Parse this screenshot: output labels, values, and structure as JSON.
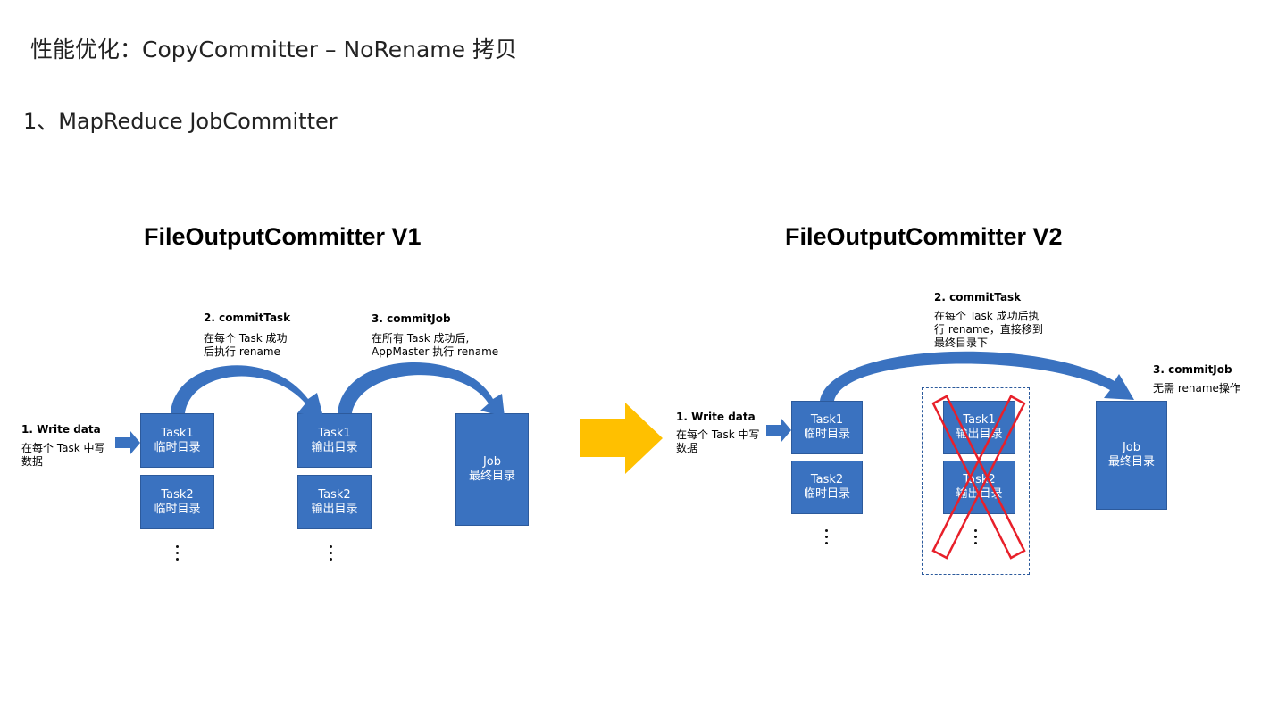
{
  "header": {
    "title": "性能优化：CopyCommitter – NoRename 拷贝",
    "subtitle": "1、MapReduce JobCommitter"
  },
  "v1": {
    "title": "FileOutputCommitter V1",
    "step1": {
      "title": "1.  Write data",
      "body_line1": "在每个 Task 中写",
      "body_line2": "数据"
    },
    "step2": {
      "title": "2. commitTask",
      "body_line1": "在每个 Task 成功",
      "body_line2": "后执行 rename"
    },
    "step3": {
      "title": "3. commitJob",
      "body_line1": "在所有 Task 成功后,",
      "body_line2": "AppMaster 执行 rename"
    },
    "tmp_task1": {
      "line1": "Task1",
      "line2": "临时目录"
    },
    "tmp_task2": {
      "line1": "Task2",
      "line2": "临时目录"
    },
    "out_task1": {
      "line1": "Task1",
      "line2": "输出目录"
    },
    "out_task2": {
      "line1": "Task2",
      "line2": "输出目录"
    },
    "job": {
      "line1": "Job",
      "line2": "最终目录"
    }
  },
  "v2": {
    "title": "FileOutputCommitter V2",
    "step1": {
      "title": "1.  Write data",
      "body_line1": "在每个 Task 中写",
      "body_line2": "数据"
    },
    "step2": {
      "title": "2. commitTask",
      "body_line1": "在每个 Task 成功后执",
      "body_line2": "行 rename，直接移到",
      "body_line3": "最终目录下"
    },
    "step3": {
      "title": "3. commitJob",
      "body_line1": "无需 rename操作"
    },
    "tmp_task1": {
      "line1": "Task1",
      "line2": "临时目录"
    },
    "tmp_task2": {
      "line1": "Task2",
      "line2": "临时目录"
    },
    "out_task1": {
      "line1": "Task1",
      "line2": "输出目录"
    },
    "out_task2": {
      "line1": "Task2",
      "line2": "输出目录"
    },
    "job": {
      "line1": "Job",
      "line2": "最终目录"
    }
  },
  "colors": {
    "box_fill": "#3a72c0",
    "arrow_blue": "#3a72c0",
    "transition_arrow": "#ffc000",
    "cross_red": "#e8202a",
    "dashed_border": "#2c5a9c"
  }
}
